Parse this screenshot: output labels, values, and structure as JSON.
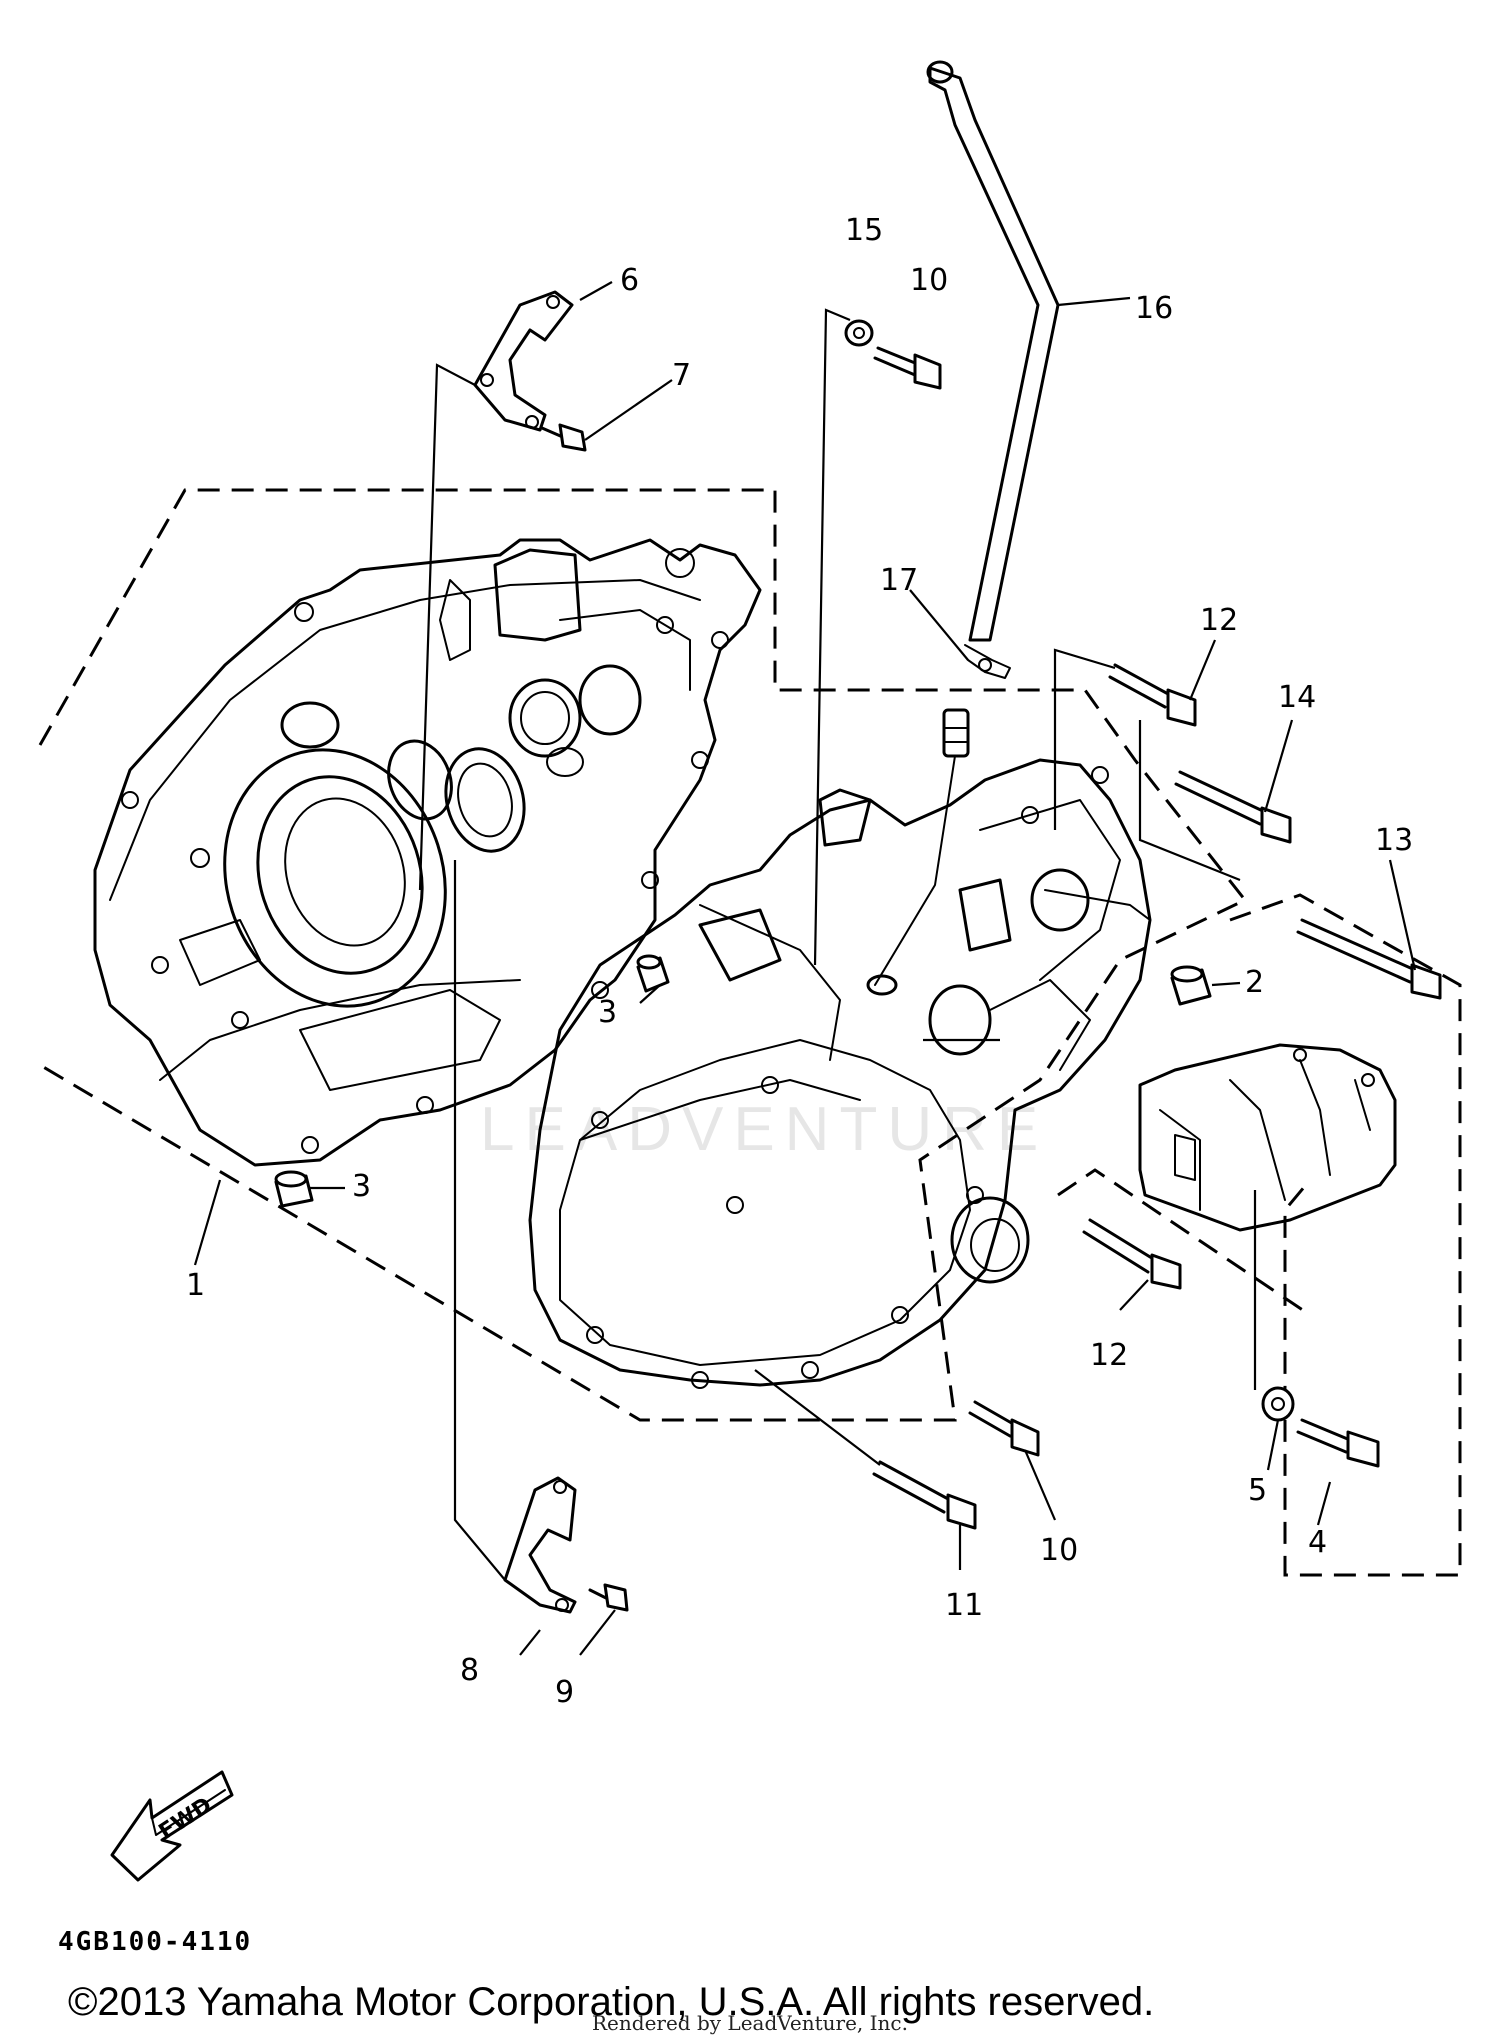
{
  "callouts": {
    "c1": "1",
    "c2": "2",
    "c3a": "3",
    "c3b": "3",
    "c4": "4",
    "c5": "5",
    "c6": "6",
    "c7": "7",
    "c8": "8",
    "c9": "9",
    "c10a": "10",
    "c10b": "10",
    "c11": "11",
    "c12a": "12",
    "c12b": "12",
    "c13": "13",
    "c14": "14",
    "c15": "15",
    "c16": "16",
    "c17": "17"
  },
  "fwd_label": "FWD",
  "part_code": "4GB100-4110",
  "watermark": "LEADVENTURE",
  "copyright": "©2013 Yamaha Motor Corporation, U.S.A. All rights reserved.",
  "rendered_by": "Rendered by LeadVenture, Inc."
}
